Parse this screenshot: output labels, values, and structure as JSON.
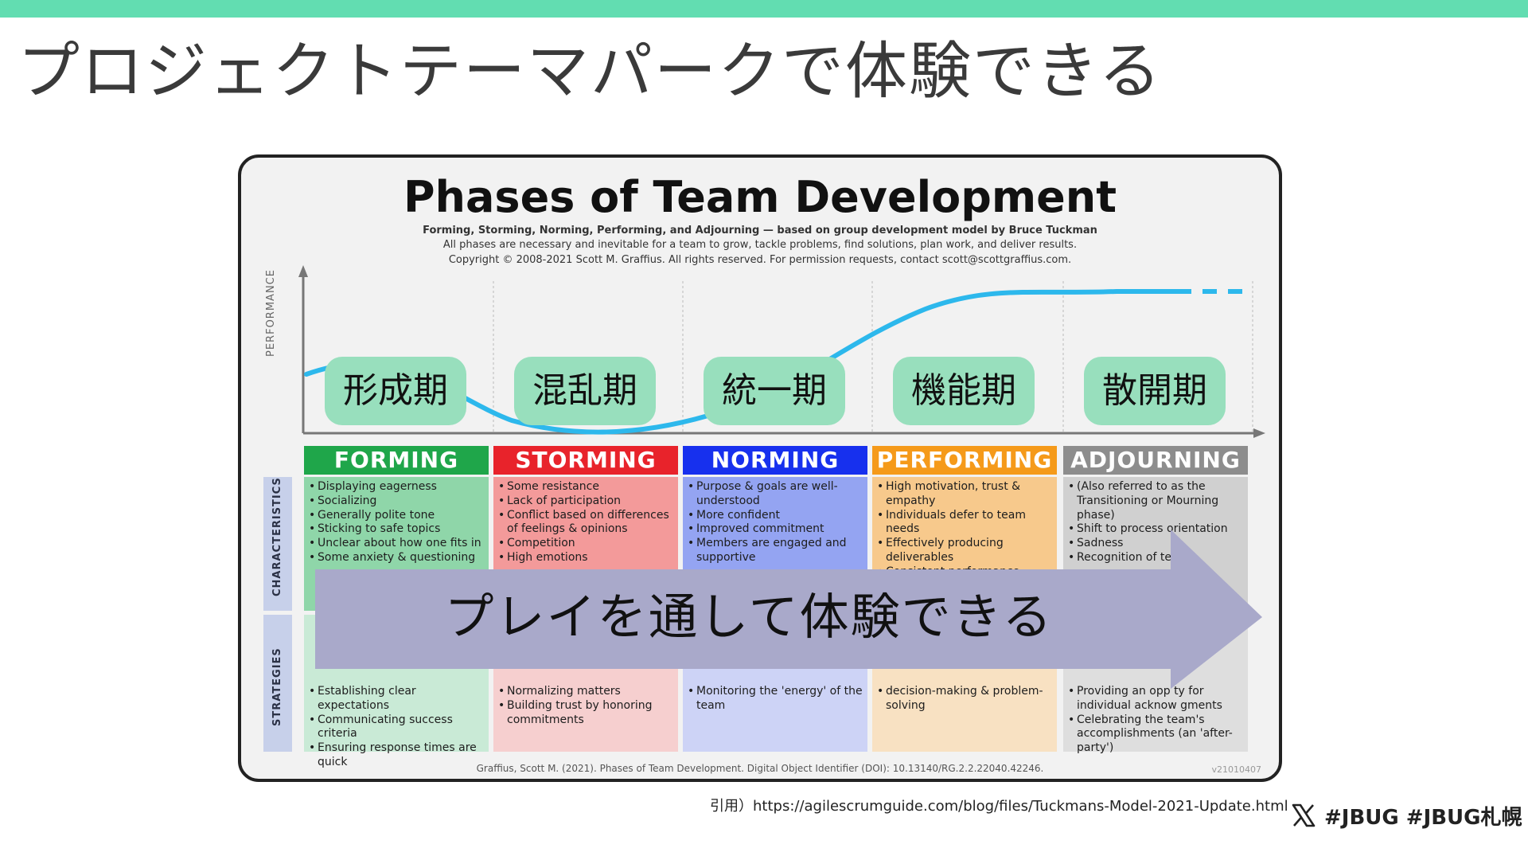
{
  "slide": {
    "title": "プロジェクトテーマパークで体験できる",
    "accent_color": "#62ddb1",
    "citation": "引用）https://agilescrumguide.com/blog/files/Tuckmans-Model-2021-Update.html",
    "social_icon": "x-logo-icon",
    "hashtags": "#JBUG #JBUG札幌"
  },
  "diagram": {
    "title": "Phases of Team Development",
    "subtitle_bold": "Forming, Storming, Norming, Performing, and Adjourning — based on group development model by Bruce Tuckman",
    "subtitle": "All phases are necessary and inevitable for a team to grow, tackle problems, find solutions, plan work, and deliver results.",
    "copyright": "Copyright © 2008-2021 Scott M. Graffius. All rights reserved. For permission requests, contact scott@scottgraffius.com.",
    "y_axis_label": "PERFORMANCE",
    "row_labels": {
      "characteristics": "CHARACTERISTICS",
      "strategies": "STRATEGIES"
    },
    "jp_labels": [
      "形成期",
      "混乱期",
      "統一期",
      "機能期",
      "散開期"
    ],
    "phases": [
      {
        "name": "FORMING",
        "color": "#1fa64a",
        "light": "#8fd6a9",
        "lighter": "#c9ead6",
        "characteristics": [
          "Displaying eagerness",
          "Socializing",
          "Generally polite tone",
          "Sticking to safe topics",
          "Unclear about how one fits in",
          "Some anxiety & questioning"
        ],
        "strategies": [
          "Establishing clear expectations",
          "Communicating success criteria",
          "Ensuring response times are quick"
        ]
      },
      {
        "name": "STORMING",
        "color": "#e8232b",
        "light": "#f39a9a",
        "lighter": "#f6cfcf",
        "characteristics": [
          "Some resistance",
          "Lack of participation",
          "Conflict based on differences of feelings & opinions",
          "Competition",
          "High emotions"
        ],
        "strategies": [
          "Normalizing matters",
          "Building trust by honoring commitments"
        ]
      },
      {
        "name": "NORMING",
        "color": "#1730ee",
        "light": "#94a4f2",
        "lighter": "#cdd3f6",
        "characteristics": [
          "Purpose & goals are well-understood",
          "More confident",
          "Improved commitment",
          "Members are engaged and supportive"
        ],
        "strategies": [
          "Monitoring the 'energy' of the team"
        ]
      },
      {
        "name": "PERFORMING",
        "color": "#f59a1a",
        "light": "#f7c98c",
        "lighter": "#f8e1c2",
        "characteristics": [
          "High motivation, trust & empathy",
          "Individuals defer to team needs",
          "Effectively producing deliverables",
          "Consistent performance"
        ],
        "strategies": [
          "decision-making & problem-solving"
        ]
      },
      {
        "name": "ADJOURNING",
        "color": "#8d8d8d",
        "light": "#d0d0d0",
        "lighter": "#dedede",
        "characteristics": [
          "(Also referred to as the Transitioning or Mourning phase)",
          "Shift to process orientation",
          "Sadness",
          "Recognition of te"
        ],
        "strategies": [
          "Providing an opp        ty for individual acknow      gments",
          "Celebrating the team's accomplishments (an 'after-party')"
        ]
      }
    ],
    "performance_curve_color": "#2db8ec",
    "footer": "Graffius, Scott M. (2021). Phases of Team Development. Digital Object Identifier (DOI): 10.13140/RG.2.2.22040.42246.",
    "version": "v21010407"
  },
  "overlay": {
    "text": "プレイを通して体験できる",
    "arrow_color": "#a9a9ca"
  }
}
